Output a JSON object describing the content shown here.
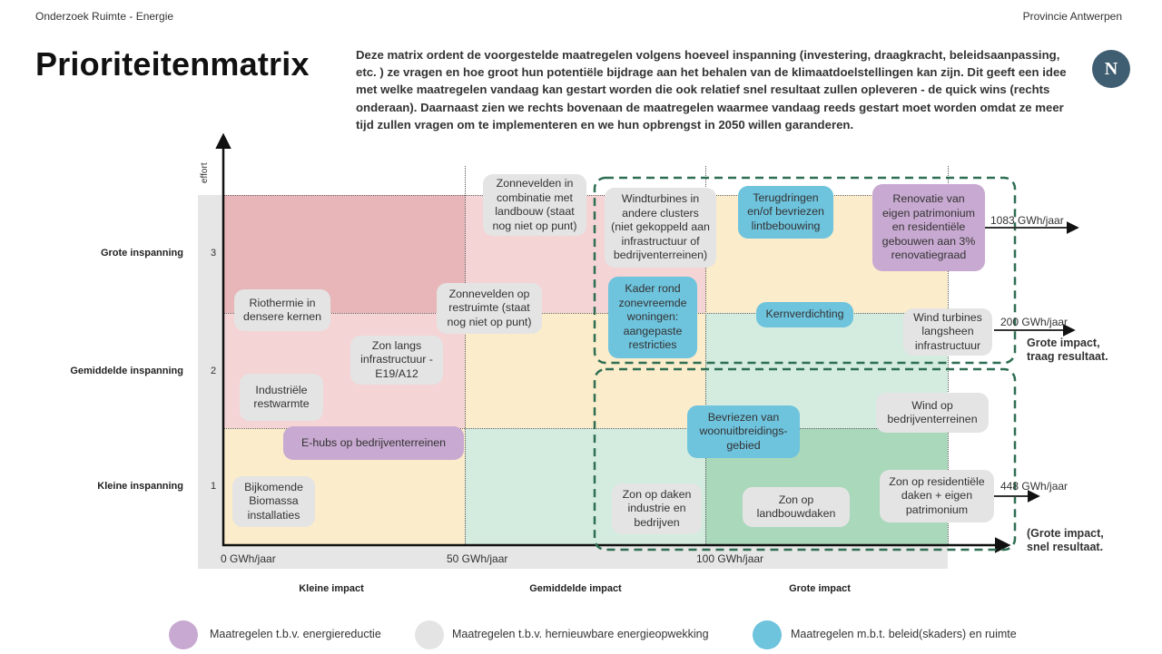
{
  "header": {
    "left": "Onderzoek Ruimte - Energie",
    "right": "Provincie Antwerpen",
    "logo": "N"
  },
  "title": "Prioriteitenmatrix",
  "intro": "Deze matrix ordent de voorgestelde maatregelen volgens hoeveel inspanning (investering, draagkracht, beleidsaanpassing, etc. ) ze vragen en hoe groot hun potentiële bijdrage aan het behalen van de klimaatdoelstellingen kan zijn. Dit geeft een idee met welke maatregelen vandaag kan gestart worden die ook relatief snel resultaat zullen opleveren - de quick wins (rechts onderaan). Daarnaast zien we rechts bovenaan de maatregelen waarmee vandaag reeds gestart moet worden omdat ze meer tijd zullen vragen om te implementeren en we hun opbrengst in 2050 willen garanderen.",
  "axis": {
    "y_title": "effort",
    "y_levels": [
      "Grote inspanning",
      "Gemiddelde inspanning",
      "Kleine inspanning"
    ],
    "y_numbers": [
      "3",
      "2",
      "1"
    ],
    "x_ticks": [
      "0 GWh/jaar",
      "50 GWh/jaar",
      "100 GWh/jaar"
    ],
    "x_categories": [
      "Kleine impact",
      "Gemiddelde impact",
      "Grote impact"
    ]
  },
  "measures": [
    {
      "text": "Zonnevelden in combinatie met landbouw (staat nog niet op punt)",
      "type": "renewable"
    },
    {
      "text": "Windturbines in andere clusters (niet gekoppeld aan infrastructuur of bedrijventerreinen)",
      "type": "renewable"
    },
    {
      "text": "Terugdringen en/of bevriezen lintbebouwing",
      "type": "policy"
    },
    {
      "text": "Renovatie van eigen patrimonium en residentiële gebouwen aan 3% renovatiegraad",
      "type": "reduction"
    },
    {
      "text": "Riothermie in densere kernen",
      "type": "renewable"
    },
    {
      "text": "Zonnevelden op restruimte (staat nog niet op punt)",
      "type": "renewable"
    },
    {
      "text": "Kader rond zonevreemde woningen: aangepaste restricties",
      "type": "policy"
    },
    {
      "text": "Kernverdichting",
      "type": "policy"
    },
    {
      "text": "Wind turbines langsheen infrastructuur",
      "type": "renewable"
    },
    {
      "text": "Zon langs infrastructuur - E19/A12",
      "type": "renewable"
    },
    {
      "text": "Industriële restwarmte",
      "type": "renewable"
    },
    {
      "text": "Bevriezen van woonuitbreidings-gebied",
      "type": "policy"
    },
    {
      "text": "Wind op bedrijventerreinen",
      "type": "renewable"
    },
    {
      "text": "E-hubs op bedrijventerreinen",
      "type": "reduction"
    },
    {
      "text": "Bijkomende Biomassa installaties",
      "type": "renewable"
    },
    {
      "text": "Zon op daken industrie en bedrijven",
      "type": "renewable"
    },
    {
      "text": "Zon op landbouwdaken",
      "type": "renewable"
    },
    {
      "text": "Zon op residentiële daken + eigen patrimonium",
      "type": "renewable"
    }
  ],
  "outliers": [
    "1083 GWh/jaar",
    "200 GWh/jaar",
    "448 GWh/jaar"
  ],
  "groups": {
    "slow": "Grote impact, traag resultaat.",
    "fast": "(Grote impact, snel resultaat."
  },
  "legend": [
    {
      "label": "Maatregelen t.b.v. energiereductie",
      "color": "#c8a9d1"
    },
    {
      "label": "Maatregelen t.b.v. hernieuwbare energieopwekking",
      "color": "#e4e4e4"
    },
    {
      "label": "Maatregelen m.b.t. beleid(skaders) en ruimte",
      "color": "#6ec3dd"
    }
  ],
  "colors": {
    "red_zone": "#e8b6b9",
    "pink_zone": "#f5d4d6",
    "cream_zone": "#fbeccb",
    "mint_zone": "#d4ecdf",
    "green_zone": "#aad8bb",
    "grey_zone": "#e6e6e6",
    "dash": "#2e6e52"
  }
}
